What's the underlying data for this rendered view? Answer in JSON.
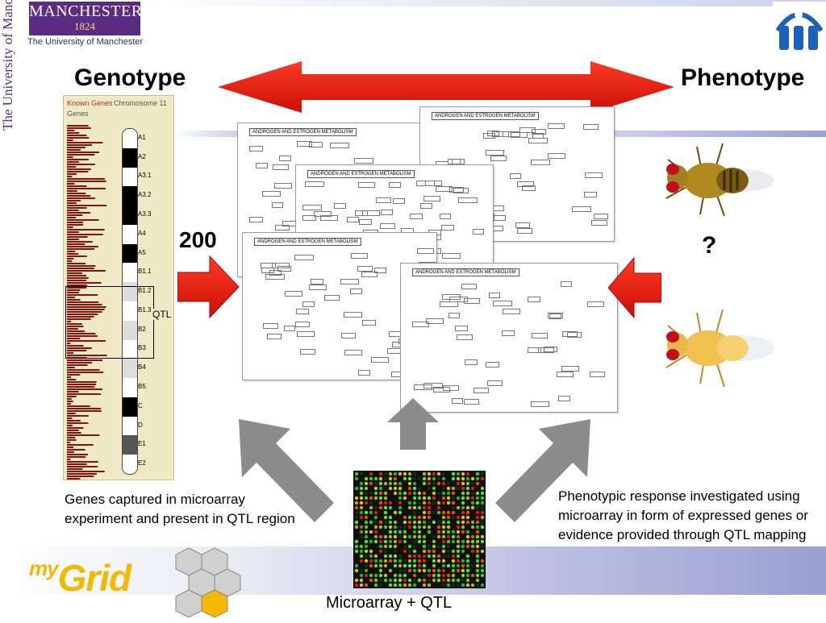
{
  "header": {
    "uni_logo_line1": "MANCHESTER",
    "uni_logo_line2": "1824",
    "uni_subtitle": "The University of Manchester",
    "uni_vertical": "The University of Manchester"
  },
  "titles": {
    "genotype": "Genotype",
    "phenotype": "Phenotype"
  },
  "chromosome": {
    "header_left": "Known Genes",
    "header_right": "Chromosome 11",
    "header_sub": "Genes",
    "bands": [
      "A1",
      "A2",
      "A3.1",
      "A3.2",
      "A3.3",
      "A4",
      "A5",
      "B1.1",
      "B1.2",
      "B1.3",
      "B2",
      "B3",
      "B4",
      "B5",
      "C",
      "D",
      "E1",
      "E2"
    ],
    "qtl_label": "QTL"
  },
  "labels": {
    "count": "200",
    "question": "?",
    "pathway_title": "ANDROGEN AND ESTROGEN METABOLISM"
  },
  "captions": {
    "left": "Genes captured in microarray experiment and present in QTL region",
    "right": "Phenotypic response investigated using microarray in form of expressed genes or evidence provided through QTL mapping",
    "bottom": "Microarray + QTL"
  },
  "footer": {
    "logo_my": "my",
    "logo_grid": "Grid"
  },
  "colors": {
    "red_arrow": "#e8200f",
    "grey_arrow": "#8c8c8c",
    "band_blue": "#9aa0d0",
    "purple": "#5a2d82"
  }
}
